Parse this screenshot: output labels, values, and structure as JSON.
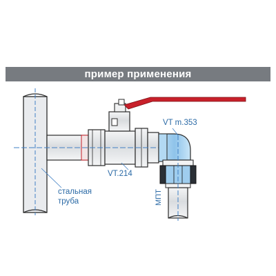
{
  "banner": {
    "title": "пример применения"
  },
  "labels": {
    "elbow": "VT m.353",
    "valve": "VT.214",
    "pipe_line1": "стальная",
    "pipe_line2": "труба",
    "fitting": "МПТ"
  },
  "colors": {
    "banner_bg": "#777b80",
    "banner_text": "#ffffff",
    "label_text": "#2b6aa6",
    "centerline": "#3f7fc4",
    "handle": "#c8202a",
    "pipe_fill": "#e9ebee",
    "fitting_blue": "#8fc3ea",
    "outline": "#2a2a2a"
  }
}
